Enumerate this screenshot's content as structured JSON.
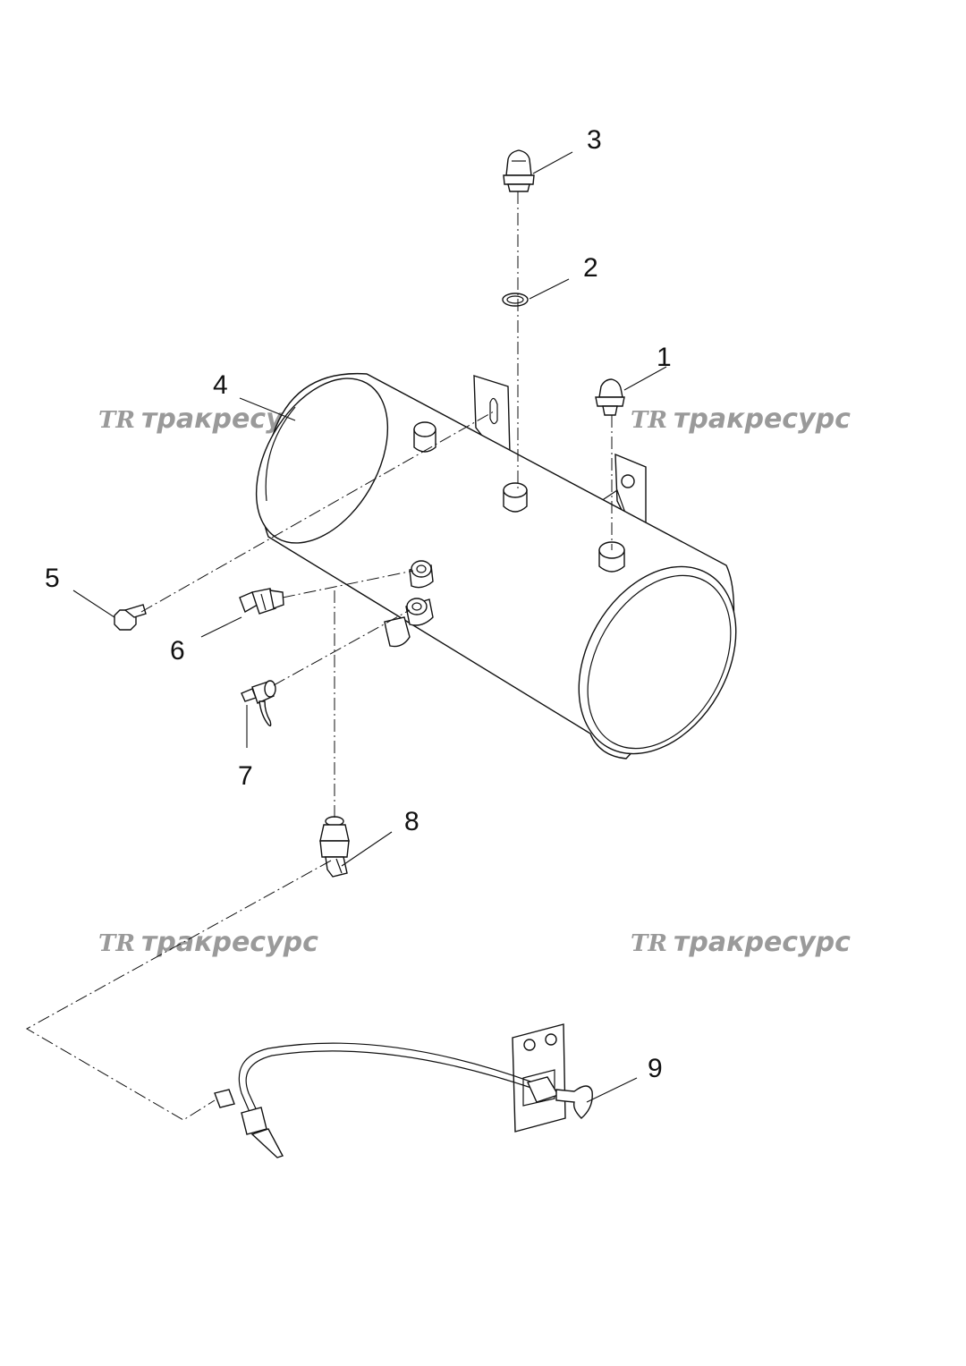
{
  "callouts": [
    "1",
    "2",
    "3",
    "4",
    "5",
    "6",
    "7",
    "8",
    "9"
  ],
  "watermark": {
    "logo": "TR",
    "text": "тракресурс"
  },
  "colors": {
    "line": "#111111",
    "watermark": "#9a9a9a",
    "background": "#ffffff"
  }
}
